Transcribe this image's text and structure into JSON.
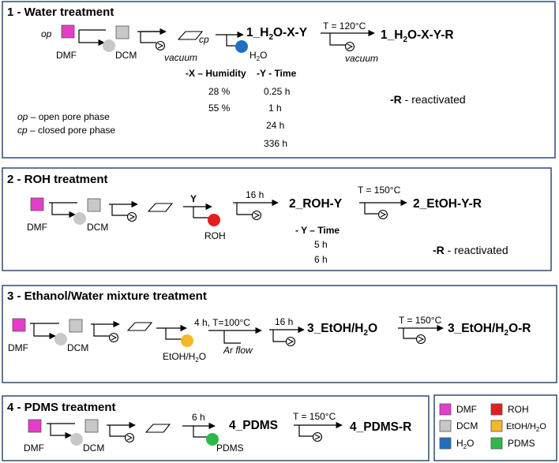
{
  "colors": {
    "border": "#2e4a76",
    "dmf": "#e63dc8",
    "dcm": "#c8c8c8",
    "h2o": "#1f6fc1",
    "roh": "#e02020",
    "etoh_h2o": "#f2b82a",
    "pdms": "#2db84a"
  },
  "panel1": {
    "title": "1 - Water treatment",
    "op": "op",
    "dmf": "DMF",
    "dcm": "DCM",
    "vacuum": "vacuum",
    "cp": "cp",
    "h2o": "H",
    "h2o_sub": "2",
    "h2o_end": "O",
    "product_a": "1_H",
    "product_b": "2",
    "product_c": "O-X-Y",
    "temp": "T = 120°C",
    "vacuum2": "vacuum",
    "final_a": "1_H",
    "final_b": "2",
    "final_c": "O-X-Y-R",
    "table_head_x": "-X – Humidity",
    "table_head_y": "-Y - Time",
    "humidity": [
      "28 %",
      "55 %"
    ],
    "time": [
      "0.25 h",
      "1 h",
      "24 h",
      "336 h"
    ],
    "op_legend_a": "op",
    "op_legend_b": " – open pore phase",
    "cp_legend_a": "cp",
    "cp_legend_b": " – closed pore phase",
    "r_a": "-R",
    "r_b": " - reactivated"
  },
  "panel2": {
    "title": "2 - ROH treatment",
    "dmf": "DMF",
    "dcm": "DCM",
    "y": "Y",
    "roh": "ROH",
    "time": "16 h",
    "product": "2_ROH-Y",
    "temp": "T = 150°C",
    "final": "2_EtOH-Y-R",
    "table_head": "-  Y – Time",
    "times": [
      "5 h",
      "6 h"
    ],
    "r_a": "-R",
    "r_b": " - reactivated"
  },
  "panel3": {
    "title": "3 - Ethanol/Water mixture treatment",
    "dmf": "DMF",
    "dcm": "DCM",
    "cond": "4 h, T=100°C",
    "mix_a": "EtOH/H",
    "mix_b": "2",
    "mix_c": "O",
    "ar": "Ar flow",
    "time": "16 h",
    "product_a": "3_EtOH/H",
    "product_b": "2",
    "product_c": "O",
    "temp": "T = 150°C",
    "final_a": "3_EtOH/H",
    "final_b": "2",
    "final_c": "O-R"
  },
  "panel4": {
    "title": "4 - PDMS treatment",
    "dmf": "DMF",
    "dcm": "DCM",
    "time": "6 h",
    "pdms": "PDMS",
    "product": "4_PDMS",
    "temp": "T = 150°C",
    "final": "4_PDMS-R"
  },
  "legend": {
    "dmf": "DMF",
    "roh": "ROH",
    "dcm": "DCM",
    "etoh_a": "EtOH/H",
    "etoh_b": "2",
    "etoh_c": "O",
    "h2o_a": "H",
    "h2o_b": "2",
    "h2o_c": "O",
    "pdms": "PDMS"
  }
}
